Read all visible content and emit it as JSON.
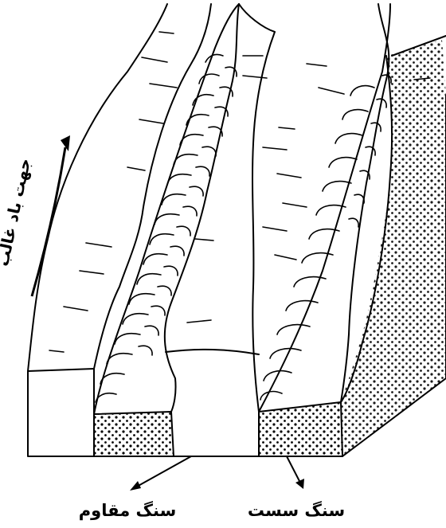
{
  "labels": {
    "wind_direction": "جهت باد غالب",
    "resistant_rock": "سنگ مقاوم",
    "weak_rock": "سنگ سست"
  }
}
